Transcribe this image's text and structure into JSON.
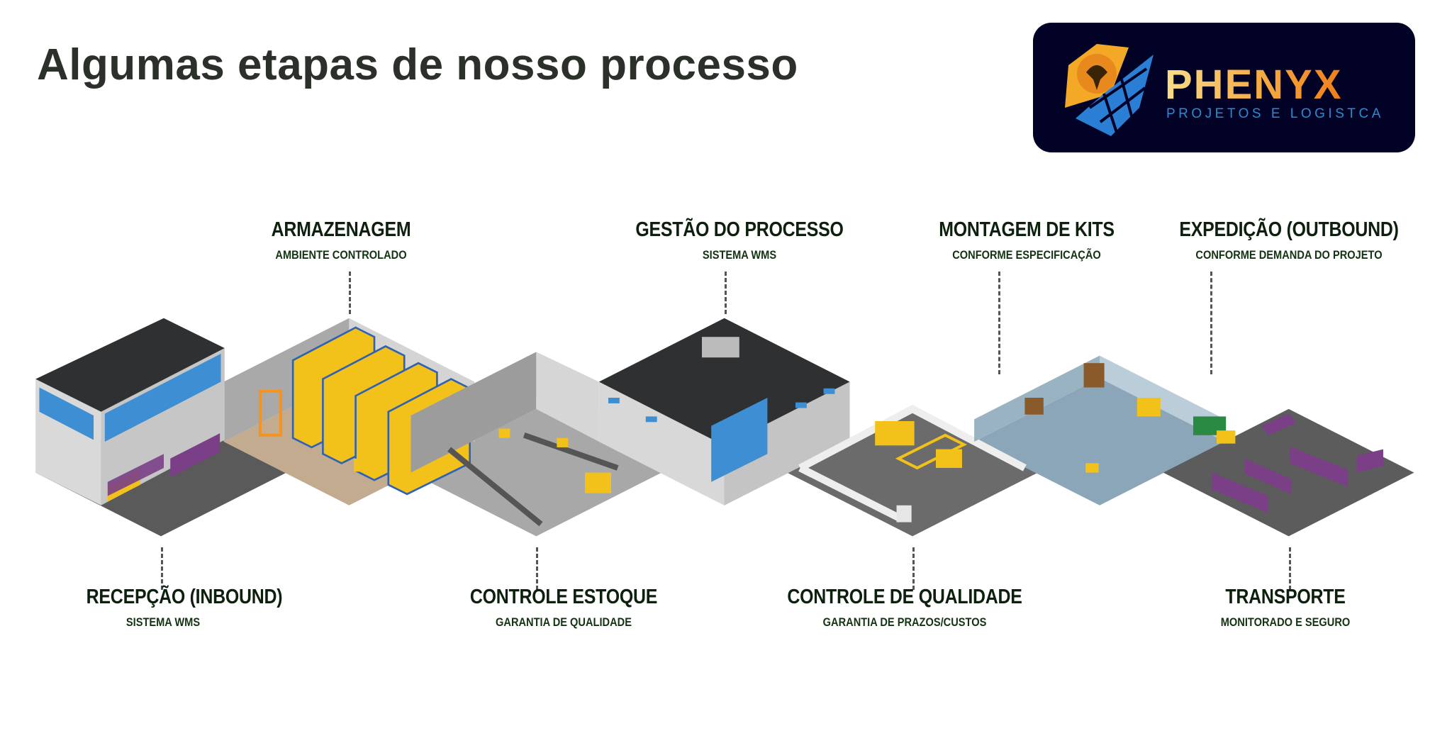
{
  "title": "Algumas etapas de nosso processo",
  "logo": {
    "name": "PHENYX",
    "tagline": "PROJETOS E LOGISTCA"
  },
  "steps_top": [
    {
      "title": "ARMAZENAGEM",
      "subtitle": "AMBIENTE CONTROLADO"
    },
    {
      "title": "GESTÃO DO PROCESSO",
      "subtitle": "SISTEMA WMS"
    },
    {
      "title": "MONTAGEM DE KITS",
      "subtitle": "CONFORME ESPECIFICAÇÃO"
    },
    {
      "title": "EXPEDIÇÃO (OUTBOUND)",
      "subtitle": "CONFORME DEMANDA DO PROJETO"
    }
  ],
  "steps_bottom": [
    {
      "title": "RECEPÇÃO (INBOUND)",
      "subtitle": "SISTEMA WMS"
    },
    {
      "title": "CONTROLE ESTOQUE",
      "subtitle": "GARANTIA DE QUALIDADE"
    },
    {
      "title": "CONTROLE DE QUALIDADE",
      "subtitle": "GARANTIA DE PRAZOS/CUSTOS"
    },
    {
      "title": "TRANSPORTE",
      "subtitle": "MONITORADO E SEGURO"
    }
  ],
  "colors": {
    "title": "#2b302b",
    "logo_bg": "#020126",
    "label": "#0d1f0d",
    "truck": "#7a3f86",
    "box": "#f2c21b"
  }
}
